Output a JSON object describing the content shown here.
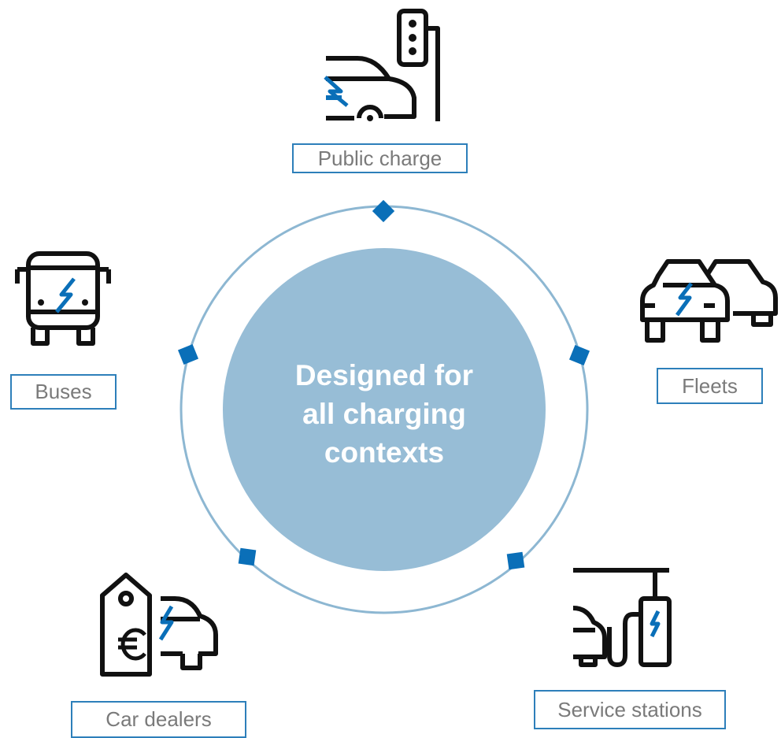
{
  "center": {
    "lines": [
      "Designed for",
      "all charging",
      "contexts"
    ]
  },
  "contexts": [
    {
      "id": "public-charge",
      "label": "Public charge",
      "icon": "public-charge-icon"
    },
    {
      "id": "fleets",
      "label": "Fleets",
      "icon": "fleets-icon"
    },
    {
      "id": "service-stations",
      "label": "Service stations",
      "icon": "service-station-icon"
    },
    {
      "id": "car-dealers",
      "label": "Car dealers",
      "icon": "car-dealer-icon"
    },
    {
      "id": "buses",
      "label": "Buses",
      "icon": "bus-icon"
    }
  ],
  "colors": {
    "ring": "#8db7d2",
    "center_fill": "#97bdd6",
    "accent": "#0a6fb8",
    "label_border": "#2d7fba",
    "label_text": "#7a7a7a",
    "icon_stroke": "#111111"
  }
}
